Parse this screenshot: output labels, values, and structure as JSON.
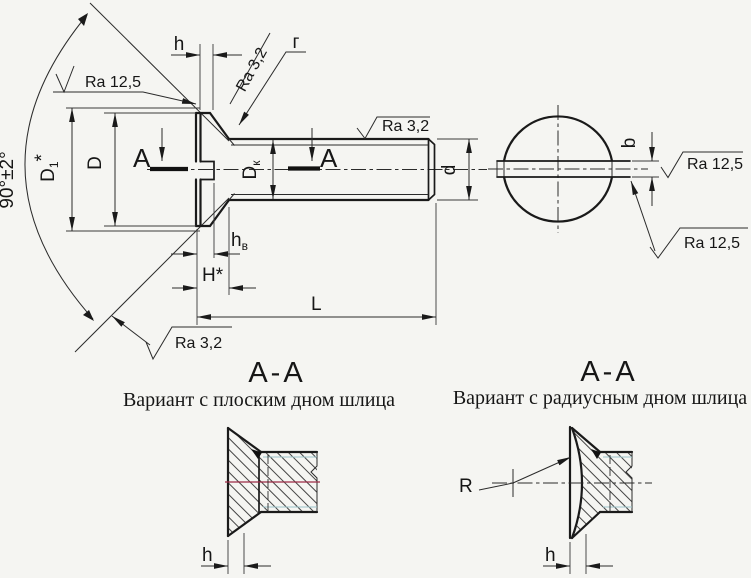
{
  "main_view": {
    "angle_label": "90°±2°",
    "slot_depth_label": "h",
    "fillet_label": "г",
    "ra_cone": "Ra 3,2",
    "ra_face": "Ra 12,5",
    "ra_shaft": "Ra 3,2",
    "ra_countersink": "Ra 3,2",
    "dia_outer": {
      "base": "D",
      "sub": "1",
      "star": "*"
    },
    "dia_head": "D",
    "dia_collar": {
      "base": "D",
      "sub": "к"
    },
    "dia_rod": "d",
    "slot_inner_depth": {
      "base": "h",
      "sub": "в"
    },
    "head_height_label": "H*",
    "length_label": "L",
    "section_letter": "A"
  },
  "front_view": {
    "slot_width_label": "b",
    "ra_slot_flank": "Ra 12,5",
    "ra_slot_bottom": "Ra 12,5"
  },
  "sections": {
    "flat_bottom": {
      "title": "А-А",
      "caption": "Вариант с плоским дном шлица",
      "slot_depth_label": "h"
    },
    "radius_bottom": {
      "title": "А-А",
      "caption": "Вариант с радиусным дном шлица",
      "slot_depth_label": "h",
      "radius_label": "R"
    }
  },
  "colors": {
    "line": "#1a1a1a",
    "centerline_accent": "#9c2b45",
    "background": "#f5f5f2"
  }
}
